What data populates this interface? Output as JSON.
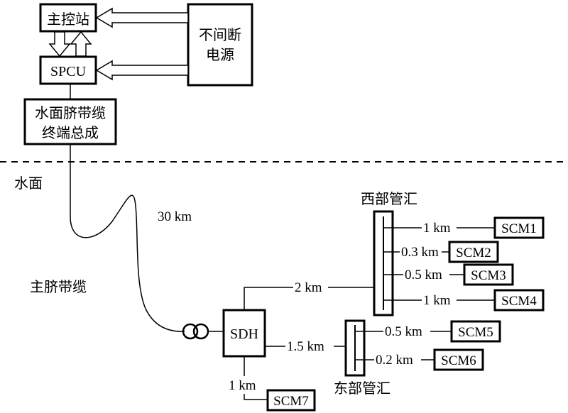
{
  "nodes": {
    "master_station": "主控站",
    "ups_line1": "不间断",
    "ups_line2": "电源",
    "spcu": "SPCU",
    "umbilical_terminal_line1": "水面脐带缆",
    "umbilical_terminal_line2": "终端总成",
    "sdh": "SDH",
    "west_manifold": "西部管汇",
    "east_manifold": "东部管汇",
    "scm1": "SCM1",
    "scm2": "SCM2",
    "scm3": "SCM3",
    "scm4": "SCM4",
    "scm5": "SCM5",
    "scm6": "SCM6",
    "scm7": "SCM7"
  },
  "labels": {
    "water_surface": "水面",
    "main_umbilical": "主脐带缆",
    "main_cable_length": "30 km",
    "sdh_to_west": "2 km",
    "sdh_to_east": "1.5 km",
    "sdh_to_scm7": "1 km",
    "west_to_scm1": "1 km",
    "west_to_scm2": "0.3 km",
    "west_to_scm3": "0.5 km",
    "west_to_scm4": "1 km",
    "east_to_scm5": "0.5 km",
    "east_to_scm6": "0.2 km"
  }
}
